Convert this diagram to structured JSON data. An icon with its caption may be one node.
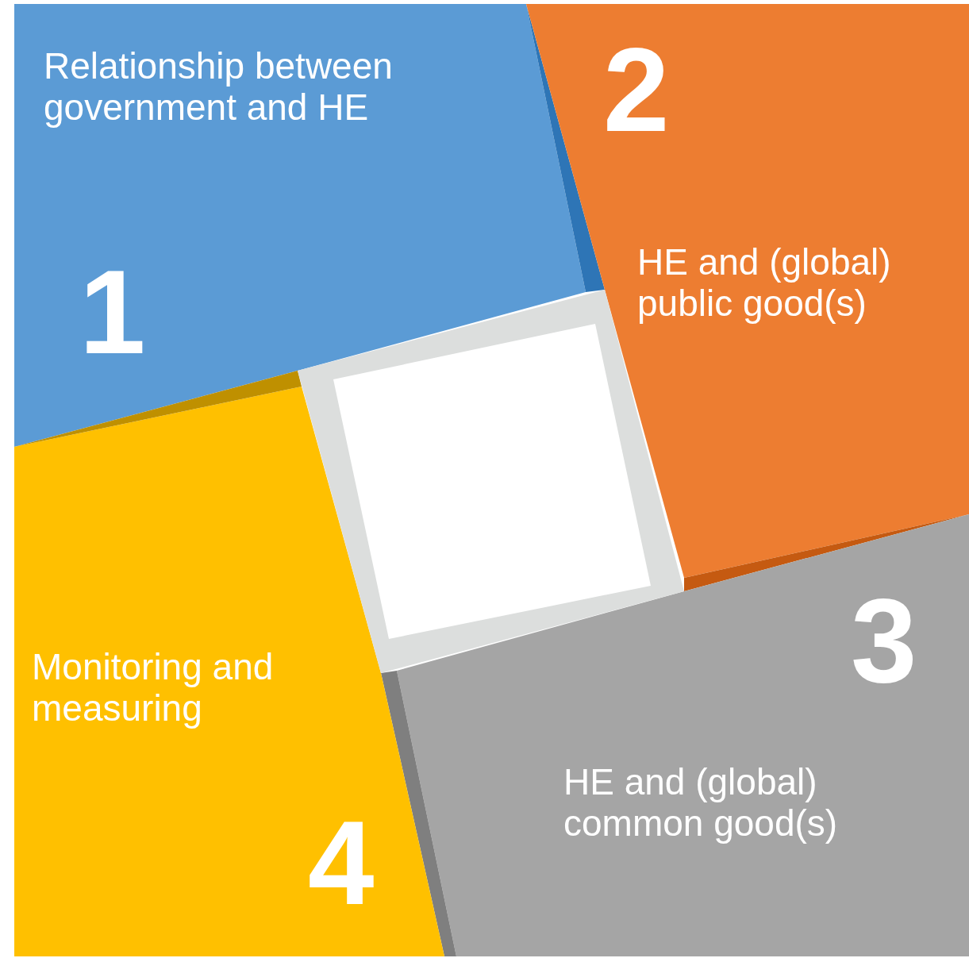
{
  "diagram": {
    "nodes": [
      {
        "text": [
          "Relationship between government and HE",
          "1"
        ]
      },
      {
        "text": [
          "2",
          "HE and (global) public good(s)"
        ]
      },
      {
        "text": [
          "3",
          "HE and (global) common good(s)"
        ]
      },
      {
        "text": [
          "Monitoring and measuring",
          "4"
        ]
      },
      {
        "text": [],
        "shape": "box"
      }
    ]
  }
}
